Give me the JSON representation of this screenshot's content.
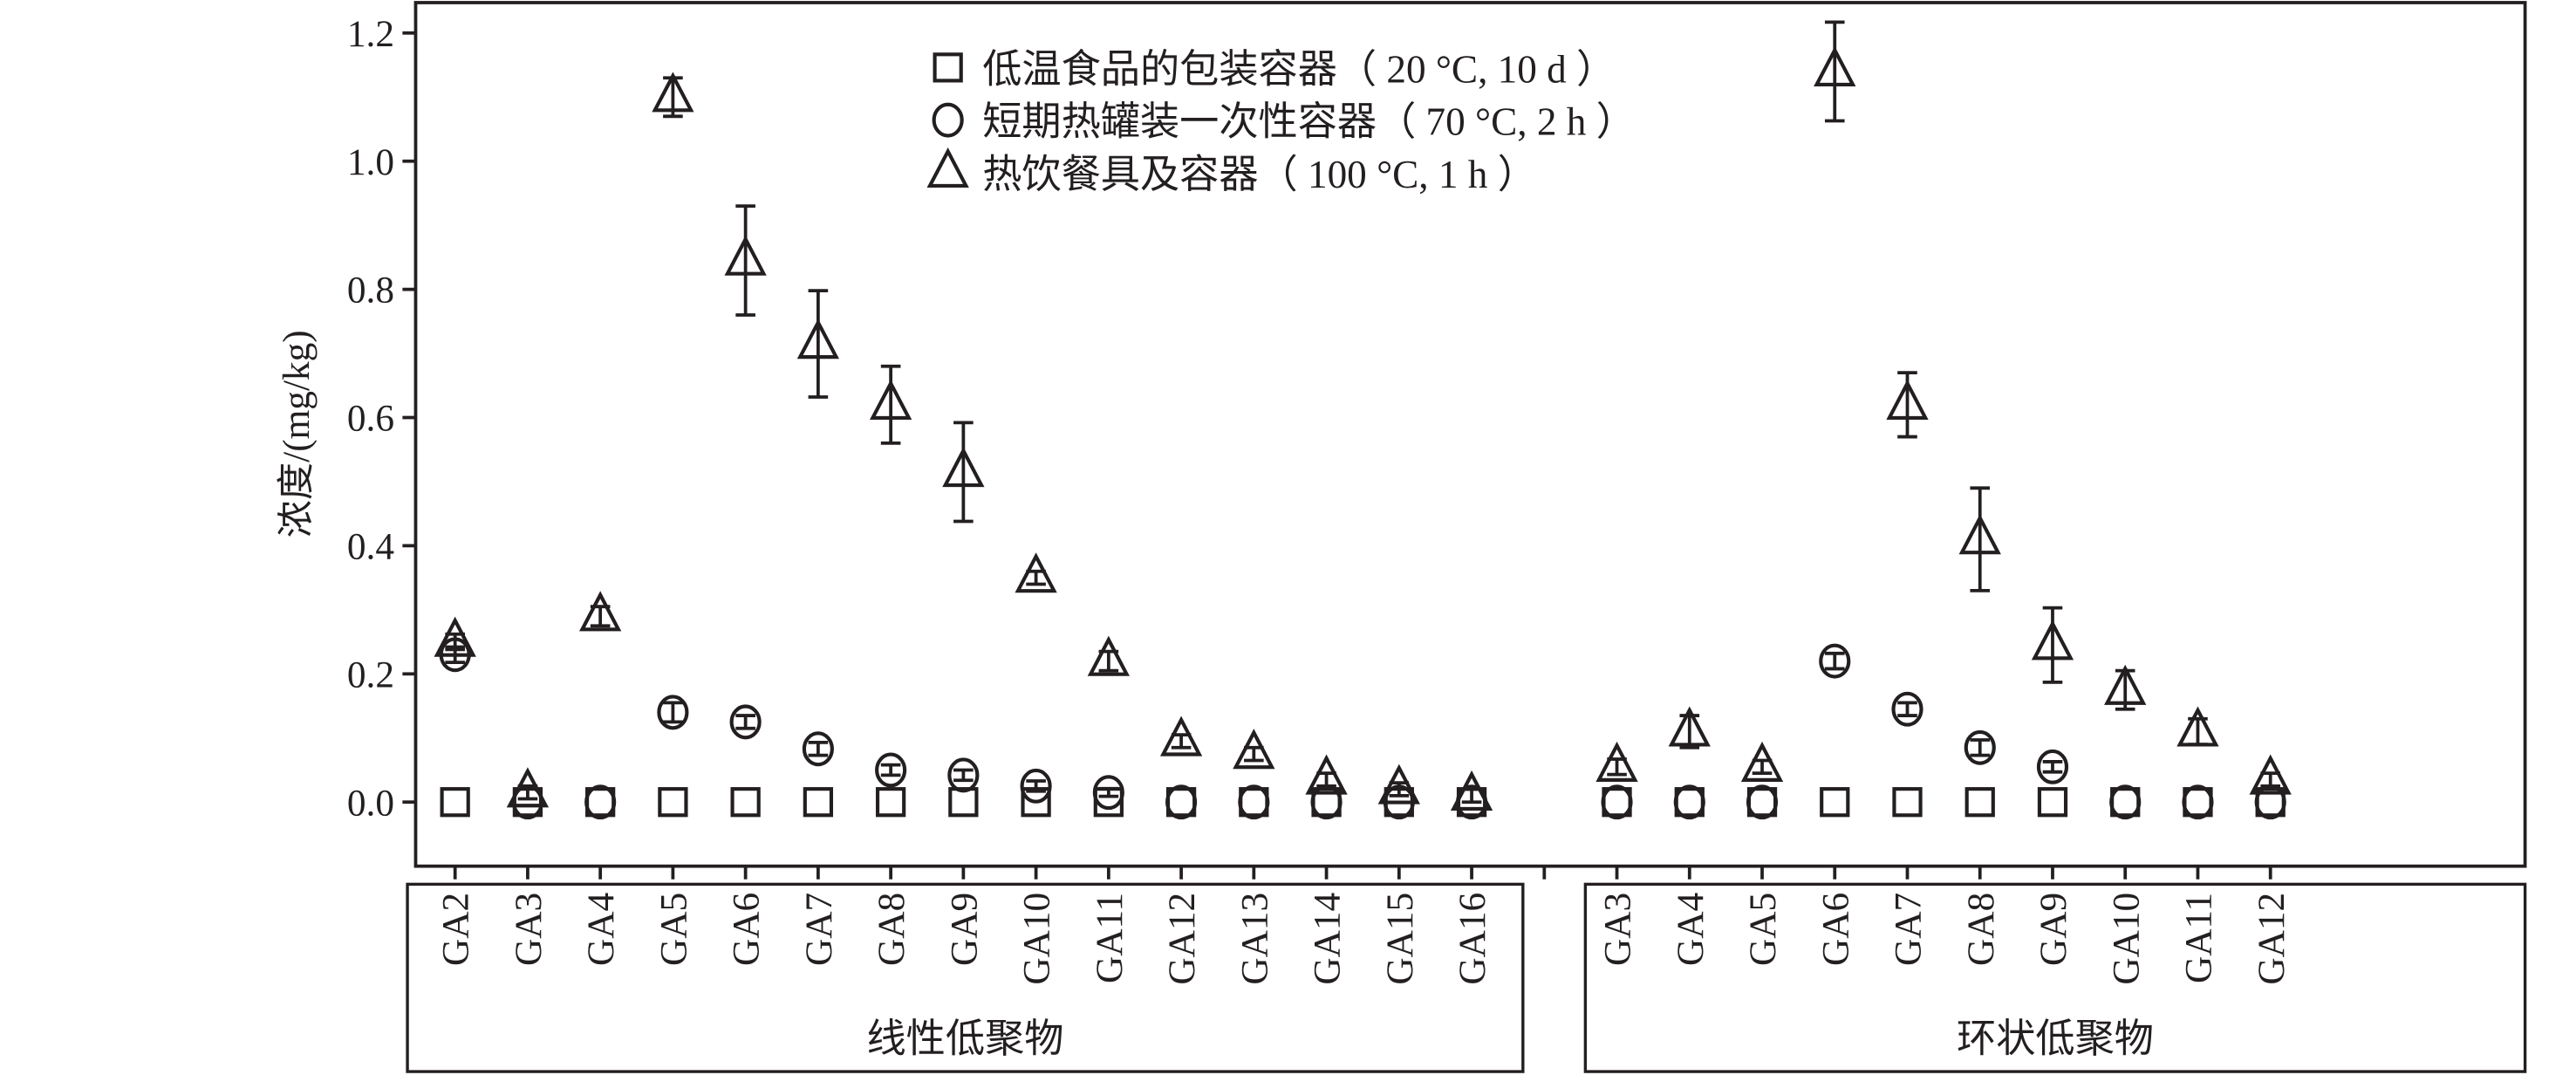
{
  "chart_data": {
    "type": "scatter",
    "title": "",
    "xlabel": "",
    "ylabel": "浓度/(mg/kg)",
    "ylim": [
      -0.1,
      1.25
    ],
    "yticks": [
      "0.0",
      "0.2",
      "0.4",
      "0.6",
      "0.8",
      "1.0",
      "1.2"
    ],
    "ytick_values": [
      0,
      0.2,
      0.4,
      0.6,
      0.8,
      1.0,
      1.2
    ],
    "grid": false,
    "legend_position": "top-center",
    "groups": [
      {
        "name": "线性低聚物",
        "categories": [
          "GA2",
          "GA3",
          "GA4",
          "GA5",
          "GA6",
          "GA7",
          "GA8",
          "GA9",
          "GA10",
          "GA11",
          "GA12",
          "GA13",
          "GA14",
          "GA15",
          "GA16"
        ]
      },
      {
        "name": "环状低聚物",
        "categories": [
          "GA3",
          "GA4",
          "GA5",
          "GA6",
          "GA7",
          "GA8",
          "GA9",
          "GA10",
          "GA11",
          "GA12"
        ]
      }
    ],
    "series": [
      {
        "name": "低温食品的包装容器（ 20 °C, 10 d ）",
        "marker": "square",
        "values": [
          0,
          0,
          0,
          0,
          0,
          0,
          0,
          0,
          0,
          0,
          0,
          0,
          0,
          0,
          0,
          0,
          0,
          0,
          0,
          0,
          0,
          0,
          0,
          0,
          0
        ],
        "errors": [
          0,
          0,
          0,
          0,
          0,
          0,
          0,
          0,
          0,
          0,
          0,
          0,
          0,
          0,
          0,
          0,
          0,
          0,
          0,
          0,
          0,
          0,
          0,
          0,
          0
        ]
      },
      {
        "name": "短期热罐装一次性容器（ 70 °C, 2 h ）",
        "marker": "circle",
        "values": [
          0.23,
          0,
          0,
          0.14,
          0.125,
          0.083,
          0.05,
          0.042,
          0.025,
          0.015,
          0,
          0,
          0,
          0,
          0,
          0,
          0,
          0,
          0.22,
          0.145,
          0.085,
          0.055,
          0,
          0,
          0
        ],
        "errors": [
          0.012,
          0,
          0,
          0.015,
          0.01,
          0.01,
          0.008,
          0.008,
          0.008,
          0.006,
          0,
          0,
          0,
          0,
          0,
          0,
          0,
          0,
          0.012,
          0.01,
          0.012,
          0.008,
          0,
          0,
          0
        ]
      },
      {
        "name": "热饮餐具及容器（ 100 °C, 1 h ）",
        "marker": "triangle",
        "values": [
          0.25,
          0.015,
          0.29,
          1.1,
          0.845,
          0.715,
          0.62,
          0.515,
          0.35,
          0.22,
          0.095,
          0.075,
          0.035,
          0.02,
          0.01,
          0.055,
          0.11,
          0.055,
          1.14,
          0.62,
          0.41,
          0.245,
          0.175,
          0.11,
          0.035
        ],
        "errors": [
          0.012,
          0.01,
          0.015,
          0.03,
          0.085,
          0.083,
          0.06,
          0.077,
          0.01,
          0.015,
          0.01,
          0.01,
          0.01,
          0.01,
          0.01,
          0.012,
          0.025,
          0.01,
          0.077,
          0.05,
          0.08,
          0.058,
          0.03,
          0.02,
          0.01
        ]
      }
    ]
  }
}
